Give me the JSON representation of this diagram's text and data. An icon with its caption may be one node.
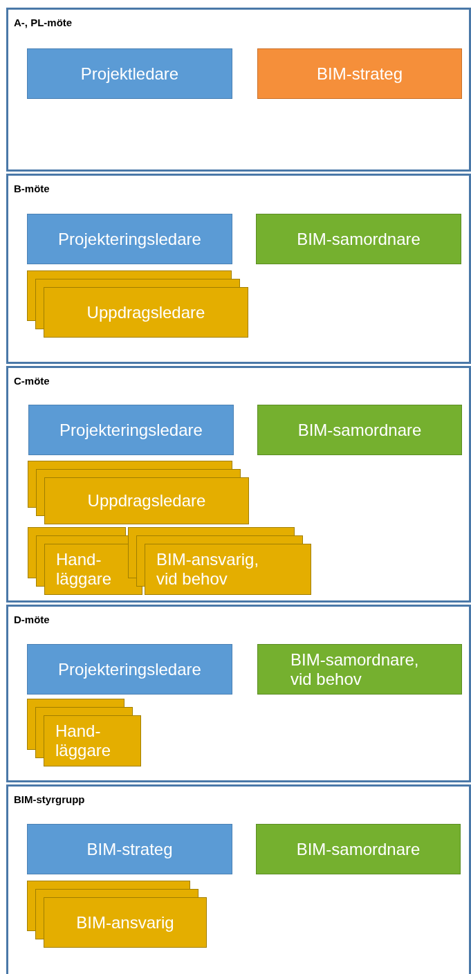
{
  "diagram": {
    "nodes": [
      {
        "text": [
          "A-, PL-möte"
        ]
      },
      {
        "text": [
          "Projektledare"
        ],
        "in": 0
      },
      {
        "text": [
          "BIM-strateg"
        ],
        "in": 0
      },
      {
        "text": [
          "B-möte"
        ]
      },
      {
        "text": [
          "Projekteringsledare"
        ],
        "in": 3
      },
      {
        "text": [
          "BIM-samordnare"
        ],
        "in": 3
      },
      {
        "text": [
          "Uppdragsledare"
        ],
        "in": 3
      },
      {
        "text": [
          "C-möte"
        ]
      },
      {
        "text": [
          "Projekteringsledare"
        ],
        "in": 7
      },
      {
        "text": [
          "BIM-samordnare"
        ],
        "in": 7
      },
      {
        "text": [
          "Uppdragsledare"
        ],
        "in": 7
      },
      {
        "text": [
          "Hand- läggare"
        ],
        "in": 7
      },
      {
        "text": [
          "BIM-ansvarig, vid behov"
        ],
        "in": 7
      },
      {
        "text": [
          "D-möte"
        ]
      },
      {
        "text": [
          "Projekteringsledare"
        ],
        "in": 13
      },
      {
        "text": [
          "BIM-samordnare, vid behov"
        ],
        "in": 13
      },
      {
        "text": [
          "Hand- läggare"
        ],
        "in": 13
      },
      {
        "text": [
          "BIM-styrgrupp"
        ]
      },
      {
        "text": [
          "BIM-strateg"
        ],
        "in": 17
      },
      {
        "text": [
          "BIM-samordnare"
        ],
        "in": 17
      },
      {
        "text": [
          "BIM-ansvarig"
        ],
        "in": 17
      }
    ]
  }
}
